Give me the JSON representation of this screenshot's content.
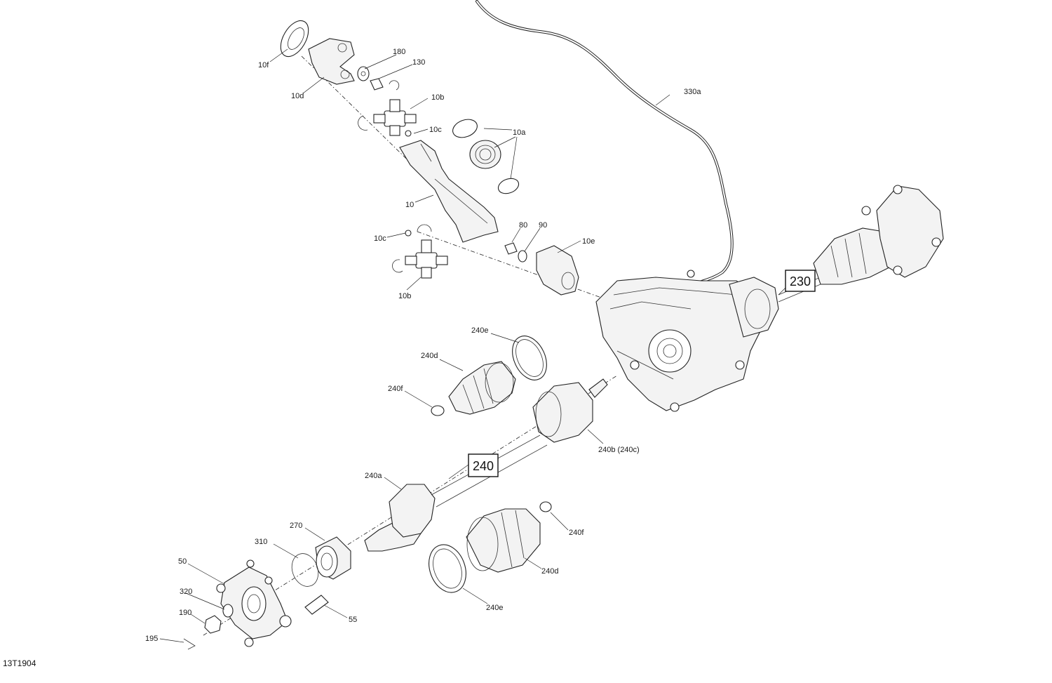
{
  "drawing_id": "13T1904",
  "boxed_labels": [
    "230",
    "240"
  ],
  "callouts": {
    "c330a": "330a",
    "c10f": "10f",
    "c180": "180",
    "c130": "130",
    "c10d": "10d",
    "c10b_top": "10b",
    "c10c_top": "10c",
    "c10a": "10a",
    "c10": "10",
    "c80": "80",
    "c90": "90",
    "c10e": "10e",
    "c10c_bot": "10c",
    "c10b_bot": "10b",
    "c240e_top": "240e",
    "c240d_top": "240d",
    "c240f_top": "240f",
    "c240b": "240b (240c)",
    "c240a": "240a",
    "c270": "270",
    "c310": "310",
    "c50": "50",
    "c320": "320",
    "c190": "190",
    "c195": "195",
    "c55": "55",
    "c240f_bot": "240f",
    "c240d_bot": "240d",
    "c240e_bot": "240e"
  }
}
